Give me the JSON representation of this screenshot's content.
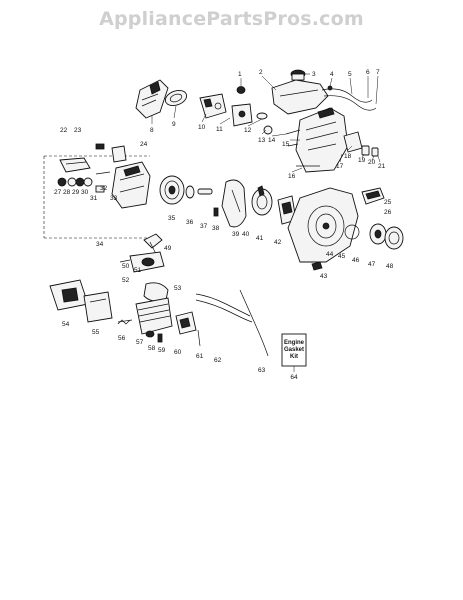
{
  "watermark": "AppliancePartsPros.com",
  "kit": {
    "line1": "Engine",
    "line2": "Gasket",
    "line3": "Kit",
    "number": "64"
  },
  "callouts": [
    "1",
    "2",
    "3",
    "4",
    "5",
    "6",
    "7",
    "8",
    "9",
    "10",
    "11",
    "12",
    "13",
    "14",
    "15",
    "16",
    "17",
    "18",
    "19",
    "20",
    "21",
    "22",
    "23",
    "24",
    "25",
    "26",
    "27",
    "28",
    "29",
    "30",
    "31",
    "32",
    "33",
    "34",
    "35",
    "36",
    "37",
    "38",
    "39",
    "40",
    "41",
    "42",
    "43",
    "44",
    "45",
    "46",
    "47",
    "48",
    "49",
    "50",
    "51",
    "52",
    "53",
    "54",
    "55",
    "56",
    "57",
    "58",
    "59",
    "60",
    "61",
    "62",
    "63"
  ]
}
